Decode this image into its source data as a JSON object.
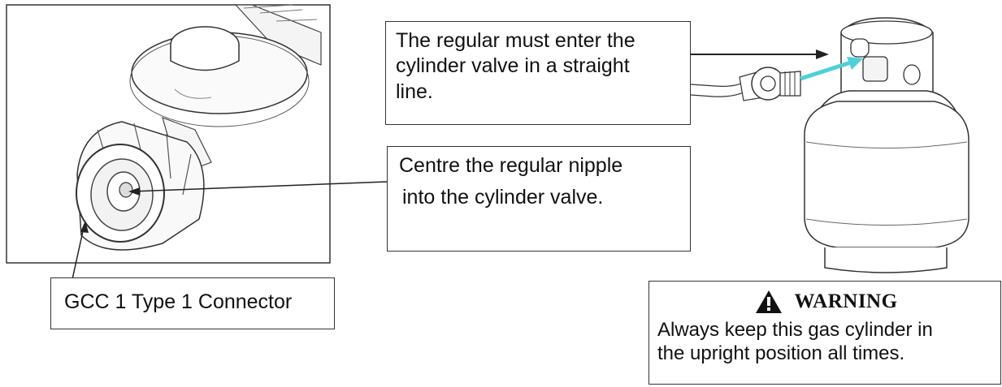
{
  "callouts": {
    "straight_line": {
      "line1": "The regular must enter the",
      "line2": "cylinder valve in a straight",
      "line3": "line."
    },
    "centre_nipple": {
      "line1": "Centre the regular nipple",
      "line2": "into the cylinder valve."
    },
    "connector": {
      "label": "GCC 1 Type 1 Connector"
    }
  },
  "warning": {
    "title": "WARNING",
    "line1": "Always keep this gas cylinder in",
    "line2": "the upright position all times."
  },
  "colors": {
    "line": "#333333",
    "arrow_cyan": "#4fd0d8",
    "warning_icon": "#111111"
  }
}
